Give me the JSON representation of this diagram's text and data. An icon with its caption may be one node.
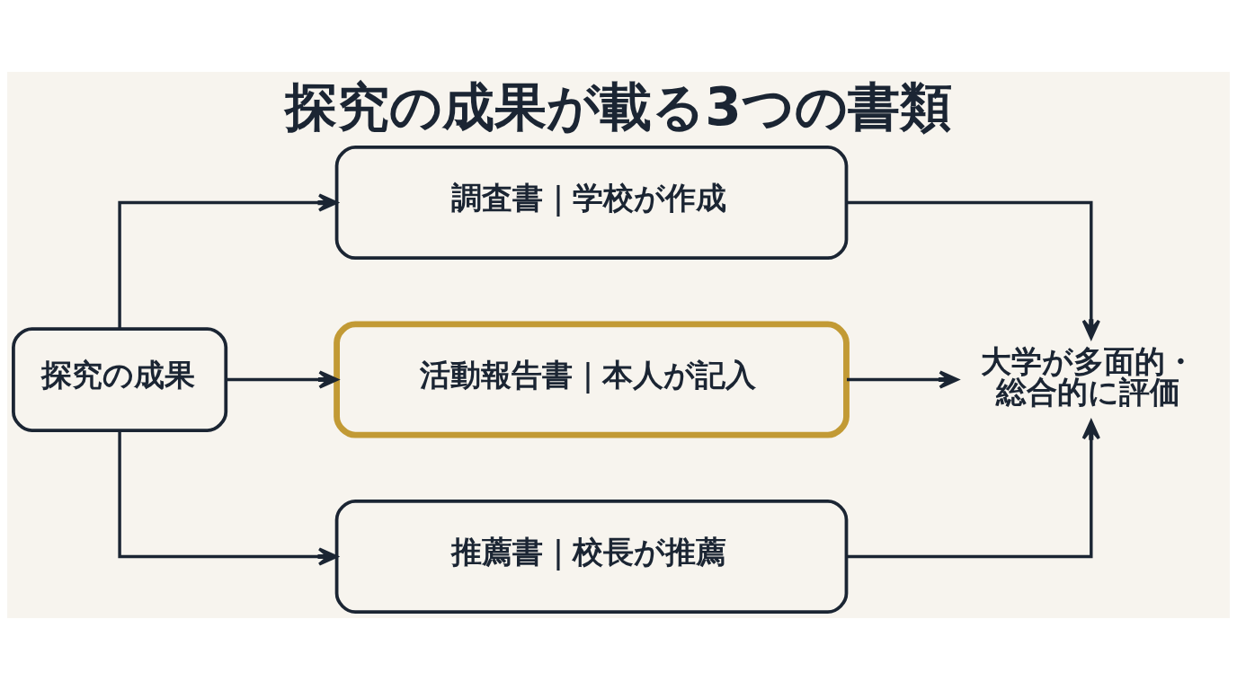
{
  "diagram": {
    "title": "探究の成果が載る3つの書類",
    "nodes": [
      {
        "text": [
          "探究の成果"
        ]
      },
      {
        "text": [
          "調査書｜学校が作成"
        ]
      },
      {
        "text": [
          "活動報告書｜本人が記入"
        ]
      },
      {
        "text": [
          "推薦書｜校長が推薦"
        ]
      },
      {
        "text": [
          "大学が多面的・総合的に評価"
        ]
      }
    ],
    "edges": [
      {
        "from": 0,
        "to": 1,
        "arrow": "to"
      },
      {
        "from": 0,
        "to": 2,
        "arrow": "to"
      },
      {
        "from": 0,
        "to": 3,
        "arrow": "to"
      },
      {
        "from": 1,
        "to": 4,
        "arrow": "to"
      },
      {
        "from": 2,
        "to": 4,
        "arrow": "to"
      },
      {
        "from": 3,
        "to": 4,
        "arrow": "to"
      }
    ]
  }
}
